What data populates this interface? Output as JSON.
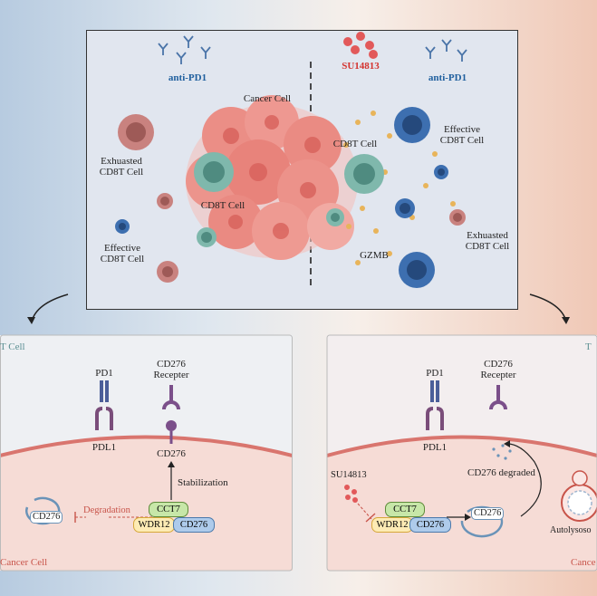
{
  "top_panel": {
    "anti_pd1_left": "anti-PD1",
    "anti_pd1_right": "anti-PD1",
    "su14813": "SU14813",
    "cancer_cell": "Cancer Cell",
    "cd8t_left": "CD8T Cell",
    "cd8t_right": "CD8T Cell",
    "exhausted_left": [
      "Exhuasted",
      "CD8T Cell"
    ],
    "effective_left": [
      "Effective",
      "CD8T Cell"
    ],
    "effective_right": [
      "Effective",
      "CD8T Cell"
    ],
    "exhausted_right": [
      "Exhuasted",
      "CD8T Cell"
    ],
    "gzmb": "GZMB"
  },
  "left_panel": {
    "t_cell": "T Cell",
    "pd1": "PD1",
    "pdl1": "PDL1",
    "cd276_receptor": [
      "CD276",
      "Recepter"
    ],
    "cd276": "CD276",
    "stabilization": "Stabilization",
    "degradation": "Degradation",
    "cct7": "CCT7",
    "wdr12": "WDR12",
    "cd276_box": "CD276",
    "cd276_vesicle": "CD276",
    "cancer_cell": "Cancer Cell"
  },
  "right_panel": {
    "t_cell": "T",
    "pd1": "PD1",
    "pdl1": "PDL1",
    "cd276_receptor": [
      "CD276",
      "Recepter"
    ],
    "su14813": "SU14813",
    "cct7": "CCT7",
    "wdr12": "WDR12",
    "cd276_box": "CD276",
    "cd276_vesicle": "CD276",
    "cd276_degraded": "CD276 degraded",
    "autolysosome": "Autolysoso",
    "cancer_cell": "Cance"
  },
  "colors": {
    "blue_label": "#1f5f9e",
    "red_label": "#d4332f",
    "cancer_pink": "#e9847d",
    "tcell_teal": "#cfe4e2",
    "cancer_zone": "#f6dcd6"
  }
}
